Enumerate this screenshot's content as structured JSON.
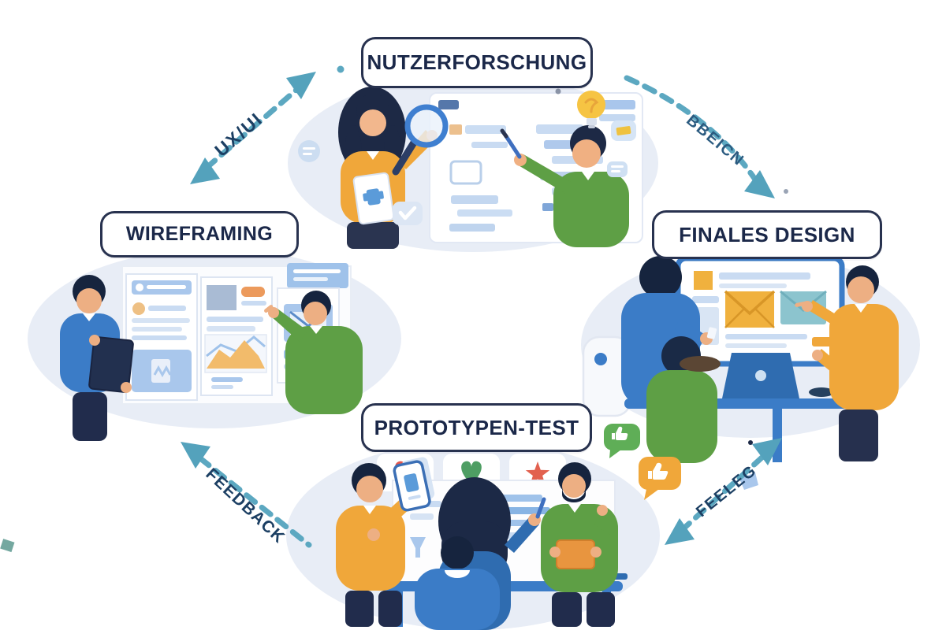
{
  "diagram": {
    "kind": "ux-design-process-cycle",
    "language": "de"
  },
  "stages": [
    {
      "id": "nutzerforschung",
      "label": "NUTZERFORSCHUNG",
      "illustration": "woman-with-magnifier-and-tablet-and-man-with-pen-reviewing-browser-window"
    },
    {
      "id": "wireframing",
      "label": "WIREFRAMING",
      "illustration": "man-with-tablet-and-man-pointing-at-three-wireframe-panels"
    },
    {
      "id": "finales-design",
      "label": "FINALES DESIGN",
      "illustration": "team-at-desk-presenting-final-design-on-large-monitor"
    },
    {
      "id": "prototypen-test",
      "label": "PROTOTYPEN-TEST",
      "illustration": "users-testing-prototype-on-phone-and-tablet-with-rating-cards"
    }
  ],
  "arrows": [
    {
      "id": "wireframing-nutzerforschung",
      "label": "UX/UI",
      "style": "dashed",
      "heads": "both"
    },
    {
      "id": "nutzerforschung-finales-design",
      "label": "BBEICN",
      "style": "dashed",
      "heads": "end"
    },
    {
      "id": "finales-design-prototypen-test",
      "label": "FEELEG",
      "style": "dashed",
      "heads": "both"
    },
    {
      "id": "prototypen-test-wireframing",
      "label": "FEEDBACK",
      "style": "dashed",
      "heads": "end"
    }
  ],
  "icons": {
    "nutzerforschung": [
      "magnifier-icon",
      "lightbulb-icon",
      "ticket-bubble-icon",
      "chat-bubble-icon",
      "check-bubble-icon",
      "tablet-icon",
      "pen-icon"
    ],
    "wireframing": [
      "search-bar-icon",
      "avatar-icon",
      "area-chart-icon",
      "envelope-icon",
      "document-icon",
      "tablet-icon"
    ],
    "finales_design": [
      "envelope-icon",
      "mail-icon",
      "monitor-icon",
      "laptop-icon",
      "office-chair-icon"
    ],
    "prototypen_test": [
      "heart-icon",
      "heart-icon",
      "star-icon",
      "thumbs-up-bubble-icon",
      "thumbs-up-bubble-icon",
      "smartphone-icon",
      "tablet-icon"
    ]
  },
  "colors": {
    "background": "#FFFFFF",
    "scene_bg": "#E8EDF6",
    "badge_border": "#28324F",
    "badge_text": "#1B2849",
    "arrow_dash": "#5CA8C1",
    "arrow_head": "#54A2BC",
    "label_text": "#1C3F63",
    "accent_orange": "#F0A73A",
    "accent_green": "#5E9F45",
    "accent_blue": "#3B7CC7",
    "accent_navy": "#1C2946",
    "ui_light_blue": "#C9DBF2",
    "heart_red": "#E4564C",
    "heart_green": "#4E9E63",
    "star_red": "#E2614F",
    "bulb_yellow": "#F6C443",
    "skin": "#F0B389"
  }
}
